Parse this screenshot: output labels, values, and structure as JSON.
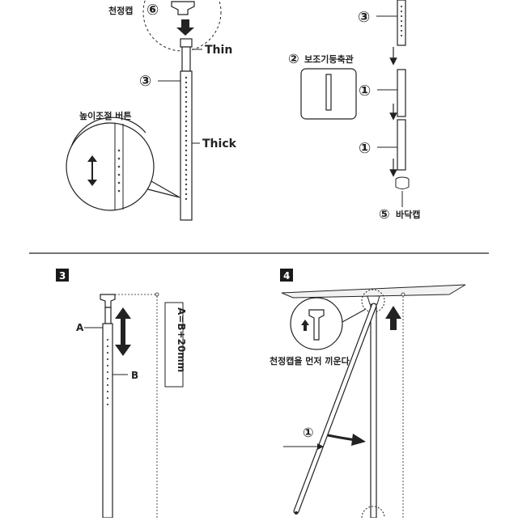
{
  "panel1": {
    "cap6_number": "⑥",
    "cap6_label": "천정캡",
    "thin_label": "Thin",
    "thick_label": "Thick",
    "tube3_number": "③",
    "button_label": "높이조절 버튼"
  },
  "panel2": {
    "tube3_number": "③",
    "shaft2_number": "②",
    "shaft2_label": "보조기둥축관",
    "tube1_upper_number": "①",
    "tube1_lower_number": "①",
    "cap5_number": "⑤",
    "cap5_label": "바닥캡"
  },
  "panel3": {
    "step_number": "3",
    "a_label": "A",
    "b_label": "B",
    "formula": "A=B+20mm"
  },
  "panel4": {
    "step_number": "4",
    "instruction": "천정캡을 먼저 끼운다.",
    "tube1_number": "①"
  },
  "colors": {
    "line": "#222222",
    "badge": "#1a1a1a",
    "ceiling": "#f2f2f2"
  }
}
